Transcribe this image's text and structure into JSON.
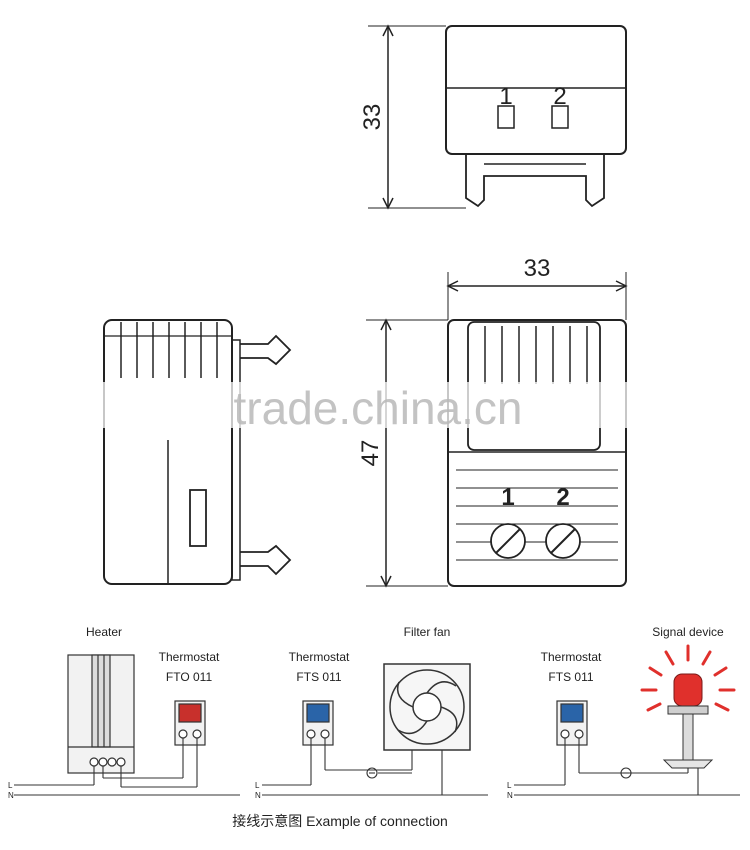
{
  "dimensions": {
    "top_view_height": "33",
    "front_view_width": "33",
    "front_view_height": "47"
  },
  "terminal_labels": {
    "first": "1",
    "second": "2"
  },
  "watermark": "trade.china.cn",
  "connection_examples": {
    "heater": {
      "device": "Heater",
      "thermostat": "Thermostat",
      "model": "FTO 011"
    },
    "filter_fan": {
      "device": "Filter fan",
      "thermostat": "Thermostat",
      "model": "FTS 011"
    },
    "signal_device": {
      "device": "Signal device",
      "thermostat": "Thermostat",
      "model": "FTS 011"
    },
    "wire_labels": {
      "line": "L",
      "neutral": "N"
    }
  },
  "caption": "接线示意图 Example of connection",
  "colors": {
    "fto_knob": "#c8302c",
    "fts_knob": "#2a64a8",
    "signal_light": "#e0302c"
  }
}
